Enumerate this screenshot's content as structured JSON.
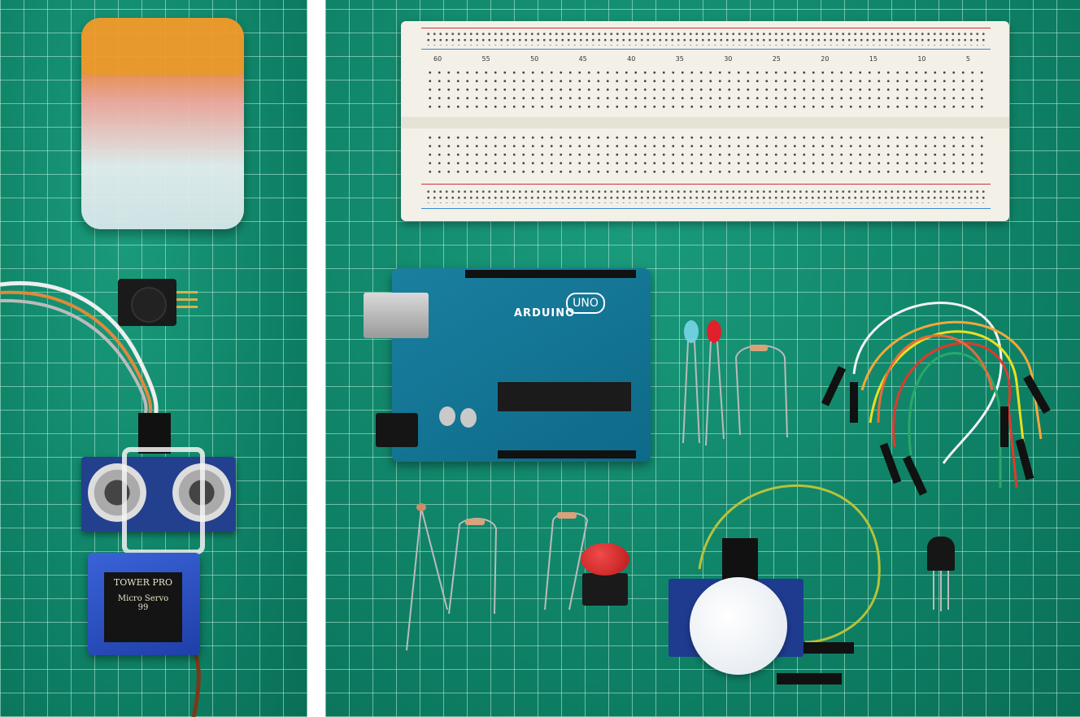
{
  "photo": {
    "left_panel": {
      "servo_label": {
        "brand": "TOWER PRO",
        "model": "Micro Servo",
        "number": "99"
      }
    },
    "right_panel": {
      "arduino": {
        "brand": "ARDUINO",
        "model": "UNO"
      },
      "breadboard": {
        "column_numbers": [
          "60",
          "55",
          "50",
          "45",
          "40",
          "35",
          "30",
          "25",
          "20",
          "15",
          "10",
          "5"
        ]
      }
    },
    "colors": {
      "mat": "#0f8a6c",
      "arduino": "#1a7fa0",
      "box_lid": "#f39a2a"
    }
  }
}
